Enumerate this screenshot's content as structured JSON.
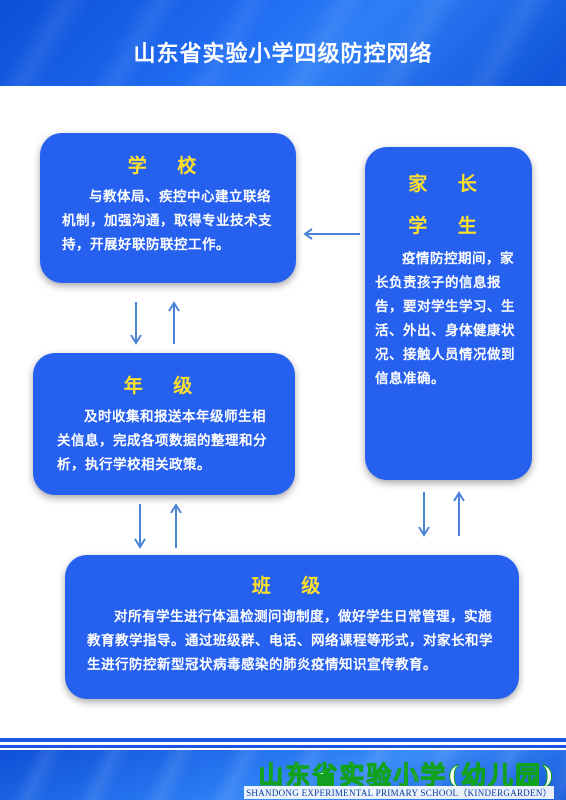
{
  "header": {
    "title": "山东省实验小学四级防控网络"
  },
  "boxes": {
    "school": {
      "heading": "学 校",
      "body": "与教体局、疾控中心建立联络机制，加强沟通，取得专业技术支持，开展好联防联控工作。"
    },
    "parents": {
      "heading1": "家 长",
      "heading2": "学 生",
      "body": "疫情防控期间，家长负责孩子的信息报告，要对学生学习、生活、外出、身体健康状况、接触人员情况做到信息准确。"
    },
    "grade": {
      "heading": "年 级",
      "body": "及时收集和报送本年级师生相关信息，完成各项数据的整理和分析，执行学校相关政策。"
    },
    "class": {
      "heading": "班 级",
      "body": "对所有学生进行体温检测问询制度，做好学生日常管理，实施教育教学指导。通过班级群、电话、网络课程等形式，对家长和学生进行防控新型冠状病毒感染的肺炎疫情知识宣传教育。"
    }
  },
  "footer": {
    "school_name": "山东省实验小学(幼儿园)",
    "school_en": "SHANDONG EXPERIMENTAL PRIMARY SCHOOL（KINDERGARDEN）"
  },
  "colors": {
    "box": "#2660ef",
    "heading": "#ffe12a",
    "arrow": "#4a82d8",
    "header": "#1f6bf2"
  }
}
